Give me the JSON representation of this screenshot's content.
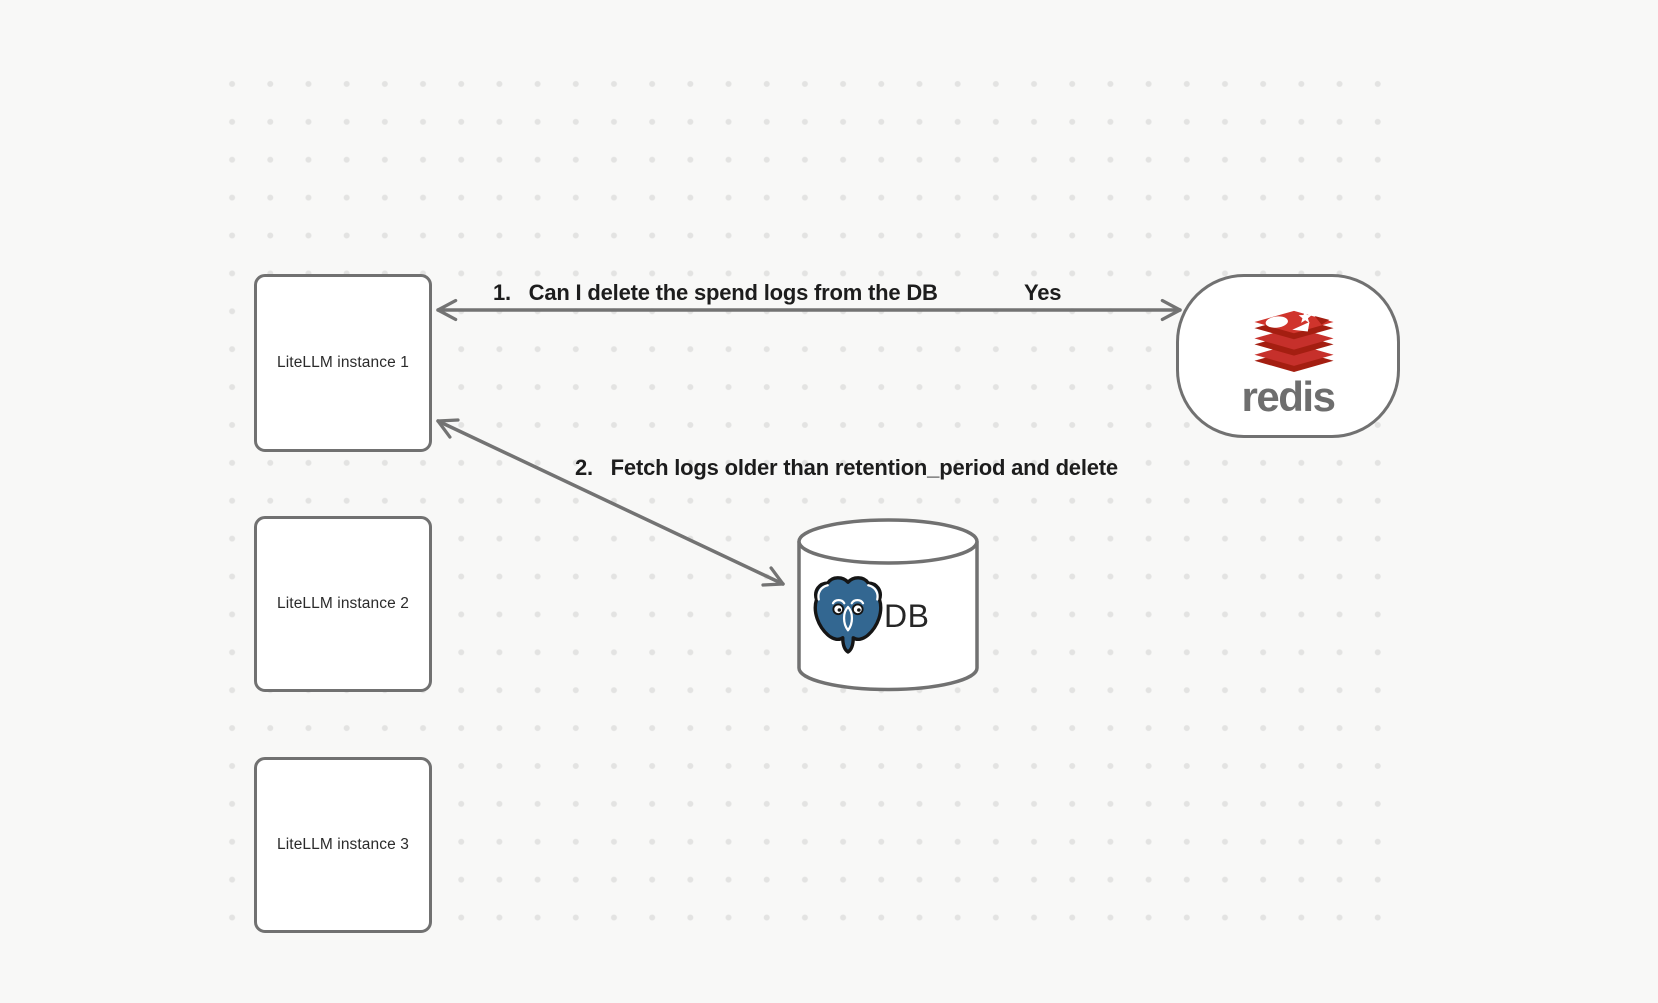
{
  "diagram": {
    "nodes": {
      "instance1": {
        "label": "LiteLLM instance 1"
      },
      "instance2": {
        "label": "LiteLLM instance 2"
      },
      "instance3": {
        "label": "LiteLLM instance 3"
      },
      "redis": {
        "wordmark": "redis",
        "icon": "redis-cube-icon"
      },
      "db": {
        "label": "DB",
        "icon": "postgresql-elephant-icon"
      }
    },
    "arrows": {
      "redis_query": {
        "label": "1.   Can I delete the spend logs from the DB",
        "answer": "Yes"
      },
      "db_fetch": {
        "label": "2.   Fetch logs older than retention_period and delete"
      }
    },
    "colors": {
      "background": "#f8f8f7",
      "grid_dot": "#e3e3e2",
      "shape_stroke": "#717171",
      "shape_fill": "#ffffff",
      "label_text": "#1d1d1d",
      "node_text": "#2b2b2b",
      "redis_red": "#c6302b",
      "redis_dark_red": "#a41e11",
      "redis_wordmark_gray": "#6e6e6e",
      "postgres_blue": "#336791"
    }
  }
}
